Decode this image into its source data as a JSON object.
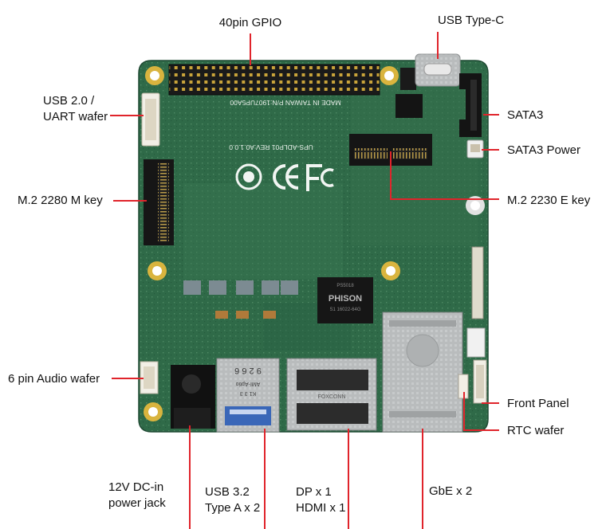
{
  "diagram": {
    "accent_color": "#e0242b",
    "board_color": "#2f6a48",
    "labels": {
      "gpio": "40pin GPIO",
      "usbc": "USB Type-C",
      "usb20_line1": "USB 2.0 /",
      "usb20_line2": "UART wafer",
      "sata3": "SATA3",
      "sata3_power": "SATA3 Power",
      "m2_m": "M.2 2280 M key",
      "m2_e": "M.2 2230 E key",
      "audio": "6 pin Audio wafer",
      "front_panel": "Front Panel",
      "rtc": "RTC wafer",
      "dc_line1": "12V DC-in",
      "dc_line2": "power jack",
      "usb32_line1": "USB 3.2",
      "usb32_line2": "Type A x 2",
      "dp_line1": "DP x 1",
      "dp_line2": "HDMI x 1",
      "gbe": "GbE x 2"
    },
    "board_text": {
      "silk_made": "MADE IN TAIWAN P/N:1907UP5A00",
      "silk_rev": "UPS-ADLP01 REV:A0.1.0.0",
      "chip_brand": "PHISON",
      "chip_top": "PS5018",
      "chip_part": "S1 16022-64G",
      "hdmi_brand": "FOXCONN",
      "usb_lines": [
        "9 2 6 6",
        "AMI-Aptio",
        "K1 3 3"
      ]
    }
  }
}
